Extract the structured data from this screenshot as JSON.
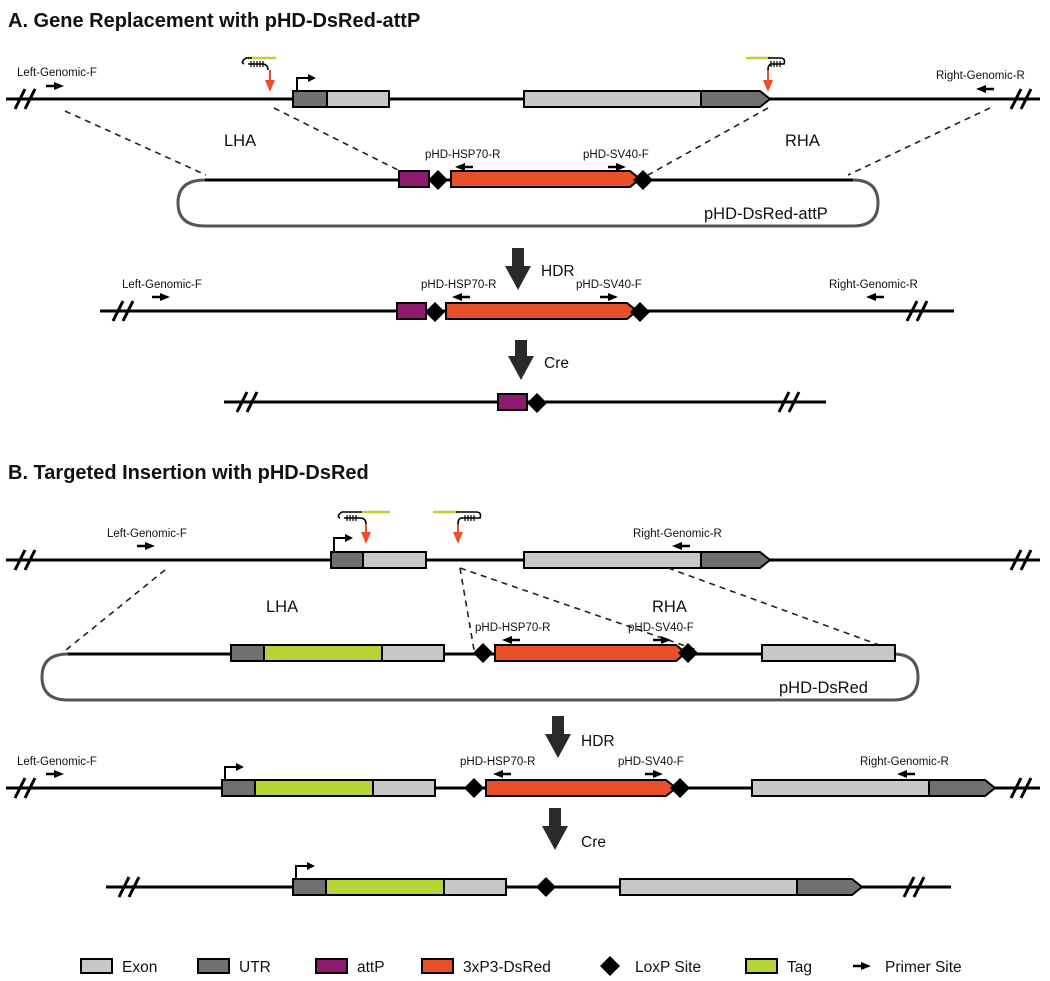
{
  "panel_a": {
    "title": "A. Gene Replacement with pHD-DsRed-attP",
    "left_genomic_f": "Left-Genomic-F",
    "right_genomic_r": "Right-Genomic-R",
    "lha": "LHA",
    "rha": "RHA",
    "hsp70_r": "pHD-HSP70-R",
    "sv40_f": "pHD-SV40-F",
    "plasmid": "pHD-DsRed-attP",
    "hdr": "HDR",
    "cre": "Cre"
  },
  "panel_b": {
    "title": "B. Targeted Insertion with pHD-DsRed",
    "left_genomic_f": "Left-Genomic-F",
    "right_genomic_r": "Right-Genomic-R",
    "lha": "LHA",
    "rha": "RHA",
    "hsp70_r": "pHD-HSP70-R",
    "sv40_f": "pHD-SV40-F",
    "plasmid": "pHD-DsRed",
    "hdr": "HDR",
    "cre": "Cre"
  },
  "legend": [
    {
      "label": "Exon",
      "color": "#c8c8c8",
      "shape": "rect"
    },
    {
      "label": "UTR",
      "color": "#707070",
      "shape": "rect"
    },
    {
      "label": "attP",
      "color": "#8e1a6e",
      "shape": "rect"
    },
    {
      "label": "3xP3-DsRed",
      "color": "#e8502a",
      "shape": "rect"
    },
    {
      "label": "LoxP Site",
      "color": "#000000",
      "shape": "diamond"
    },
    {
      "label": "Tag",
      "color": "#b6d535",
      "shape": "rect"
    },
    {
      "label": "Primer Site",
      "color": "#000000",
      "shape": "arrow"
    }
  ],
  "colors": {
    "exon": "#c8c8c8",
    "utr": "#707070",
    "attp": "#8e1a6e",
    "dsred": "#e8502a",
    "tag": "#b6d535",
    "grna_spacer": "#b6d535",
    "cut_arrow": "#e8502a"
  }
}
